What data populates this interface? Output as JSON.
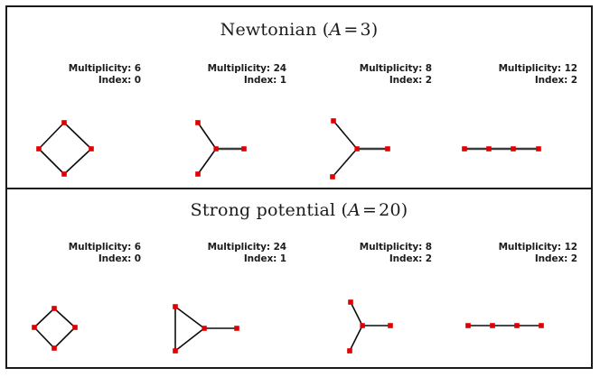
{
  "figure": {
    "background_color": "#ffffff",
    "frame_color": "#1a1a1a",
    "node_color": "#e00000",
    "edge_color": "#0d0d0d"
  },
  "panels": [
    {
      "id": "newtonian",
      "title_prefix": "Newtonian (",
      "title_var": "A",
      "title_op": "=",
      "title_value": "3",
      "title_suffix": ")",
      "title_full": "Newtonian (A = 3)",
      "items": [
        {
          "multiplicity_label": "Multiplicity: 6",
          "index_label": "Index: 0",
          "multiplicity": 6,
          "index": 0,
          "shape": "diamond"
        },
        {
          "multiplicity_label": "Multiplicity: 24",
          "index_label": "Index: 1",
          "multiplicity": 24,
          "index": 1,
          "shape": "y-wide"
        },
        {
          "multiplicity_label": "Multiplicity: 8",
          "index_label": "Index: 2",
          "multiplicity": 8,
          "index": 2,
          "shape": "y-tall"
        },
        {
          "multiplicity_label": "Multiplicity: 12",
          "index_label": "Index: 2",
          "multiplicity": 12,
          "index": 2,
          "shape": "collinear"
        }
      ]
    },
    {
      "id": "strong-potential",
      "title_prefix": "Strong potential (",
      "title_var": "A",
      "title_op": "=",
      "title_value": "20",
      "title_suffix": ")",
      "title_full": "Strong potential (A = 20)",
      "items": [
        {
          "multiplicity_label": "Multiplicity: 6",
          "index_label": "Index: 0",
          "multiplicity": 6,
          "index": 0,
          "shape": "diamond-small"
        },
        {
          "multiplicity_label": "Multiplicity: 24",
          "index_label": "Index: 1",
          "multiplicity": 24,
          "index": 1,
          "shape": "triangle-tail"
        },
        {
          "multiplicity_label": "Multiplicity: 8",
          "index_label": "Index: 2",
          "multiplicity": 8,
          "index": 2,
          "shape": "y-tall"
        },
        {
          "multiplicity_label": "Multiplicity: 12",
          "index_label": "Index: 2",
          "multiplicity": 12,
          "index": 2,
          "shape": "collinear"
        }
      ]
    }
  ]
}
